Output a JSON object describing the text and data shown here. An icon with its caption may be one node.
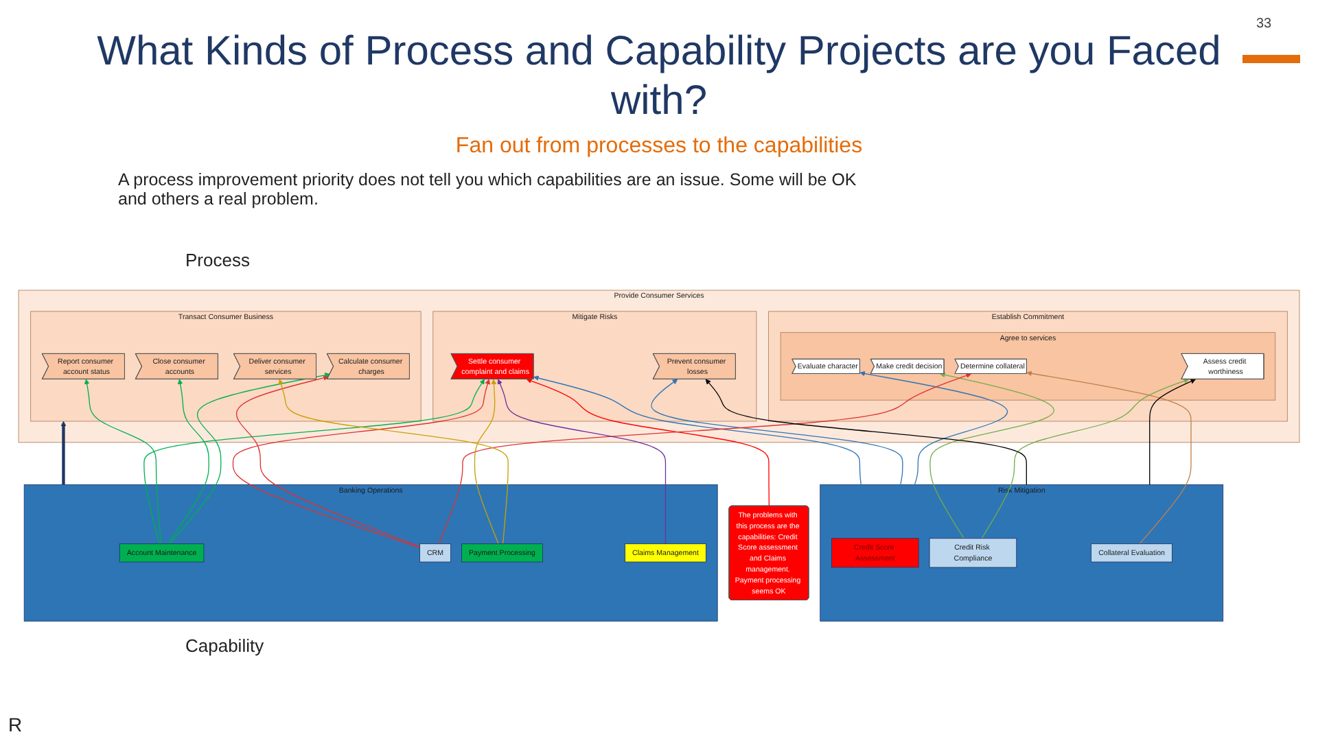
{
  "diagram": {
    "title": "What Kinds of Process and Capability Projects are you Faced with?",
    "caption": "Fan out from processes to the capabilities",
    "nodes": [
      {
        "text": [
          "Provide Consumer Services"
        ]
      },
      {
        "text": [
          "Establish Commitment"
        ],
        "in": 0
      },
      {
        "text": [
          "Agree to services"
        ],
        "in": 1
      },
      {
        "text": [
          "Evaluate character"
        ],
        "in": 2
      },
      {
        "text": [
          "Determine collateral"
        ],
        "in": 2
      },
      {
        "text": [
          "Assess credit worthiness"
        ],
        "in": 2
      },
      {
        "text": [
          "Make credit decision"
        ],
        "in": 2
      },
      {
        "text": [
          "Transact Consumer Business"
        ],
        "in": 0
      },
      {
        "text": [
          "Deliver consumer services"
        ],
        "in": 7
      },
      {
        "text": [
          "Calculate consumer charges"
        ],
        "in": 7
      },
      {
        "text": [
          "Close consumer accounts"
        ],
        "in": 7
      },
      {
        "text": [
          "Report consumer account status"
        ],
        "in": 7
      },
      {
        "text": [
          "Mitigate Risks"
        ],
        "in": 0
      },
      {
        "text": [
          "Prevent consumer losses"
        ],
        "in": 12
      },
      {
        "text": [
          "Settle consumer complaint and claims"
        ],
        "in": 12
      },
      {
        "text": [
          "The problems with this process are the capabilities: Credit Score assessment and Claims management. Payment processing seems OK"
        ]
      },
      {
        "text": [
          "Risk Mitigation"
        ]
      },
      {
        "text": [
          "Credit Score Assessment"
        ],
        "in": 16
      },
      {
        "text": [
          "Credit Risk Compliance"
        ],
        "in": 16
      },
      {
        "text": [
          "Collateral Evaluation"
        ],
        "in": 16
      },
      {
        "text": [
          "Banking Operations"
        ]
      },
      {
        "text": [
          "Account Maintenance"
        ],
        "in": 20
      },
      {
        "text": [
          "CRM"
        ],
        "in": 20
      },
      {
        "text": [
          "Payment Processing"
        ],
        "in": 20
      },
      {
        "text": [
          "Claims Management"
        ],
        "in": 20
      }
    ],
    "edges": [
      {
        "from": 15,
        "to": 14,
        "arrow": "to",
        "color": "#ff0000"
      },
      {
        "from": 17,
        "to": 3,
        "arrow": "to",
        "color": "#2e75b6"
      },
      {
        "from": 17,
        "to": 13,
        "arrow": "to",
        "color": "#2e75b6"
      },
      {
        "from": 17,
        "to": 14,
        "arrow": "to",
        "color": "#2e75b6"
      },
      {
        "from": 19,
        "to": 4,
        "arrow": "to",
        "color": "#c0804a"
      },
      {
        "from": 18,
        "to": 5,
        "arrow": "to",
        "color": "#70ad47"
      },
      {
        "from": 18,
        "to": 6,
        "arrow": "to",
        "color": "#70ad47"
      },
      {
        "from": 16,
        "to": 5,
        "arrow": "to",
        "color": "#000000"
      },
      {
        "from": 16,
        "to": 13,
        "arrow": "to",
        "color": "#000000"
      },
      {
        "from": 20,
        "to": 7,
        "arrow": "to",
        "style": "thick",
        "color": "#1f3864"
      },
      {
        "from": 22,
        "to": 4,
        "arrow": "to",
        "color": "#e03030"
      },
      {
        "from": 22,
        "to": 9,
        "arrow": "to",
        "color": "#e03030"
      },
      {
        "from": 22,
        "to": 14,
        "arrow": "to",
        "color": "#e03030"
      },
      {
        "from": 21,
        "to": 9,
        "arrow": "to",
        "color": "#00b050"
      },
      {
        "from": 21,
        "to": 10,
        "arrow": "to",
        "color": "#00b050"
      },
      {
        "from": 21,
        "to": 11,
        "arrow": "to",
        "color": "#00b050"
      },
      {
        "from": 21,
        "to": 14,
        "arrow": "to",
        "color": "#00b050"
      },
      {
        "from": 23,
        "to": 8,
        "arrow": "to",
        "color": "#c9a000"
      },
      {
        "from": 23,
        "to": 14,
        "arrow": "to",
        "color": "#c9a000"
      },
      {
        "from": 24,
        "to": 14,
        "arrow": "to",
        "color": "#7030a0"
      }
    ],
    "labels": [
      "A process improvement priority does not tell you which capabilities are an issue. Some will be OK and others a real problem.",
      "Process",
      "Capability",
      "R",
      "33"
    ]
  }
}
